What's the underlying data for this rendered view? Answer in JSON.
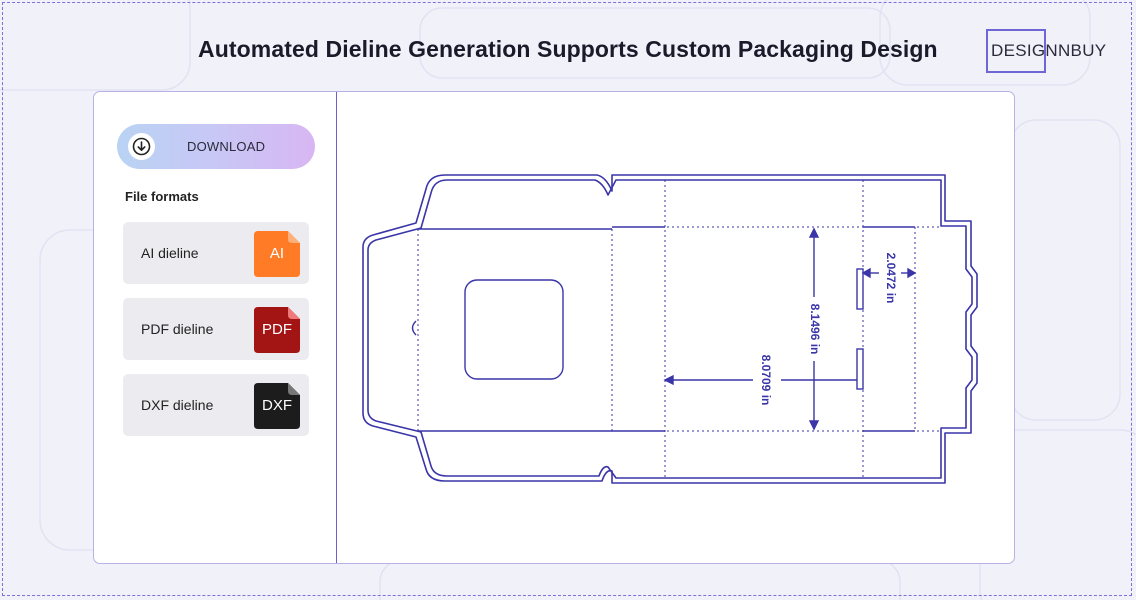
{
  "header": {
    "title": "Automated Dieline Generation Supports Custom Packaging Design",
    "logo_text": "DESIGNNBUY"
  },
  "sidebar": {
    "download_label": "DOWNLOAD",
    "formats_heading": "File formats",
    "formats": [
      {
        "label": "AI dieline",
        "badge": "AI",
        "color": "#ff7b25"
      },
      {
        "label": "PDF dieline",
        "badge": "PDF",
        "color": "#a31414"
      },
      {
        "label": "DXF dieline",
        "badge": "DXF",
        "color": "#1c1c1c"
      }
    ]
  },
  "dieline": {
    "dim_height": "8.1496 in",
    "dim_width": "8.0709 in",
    "dim_flap": "2.0472 in",
    "line_color": "#3a35a8"
  },
  "colors": {
    "accent": "#6e66d4",
    "background": "#f1f1fa"
  }
}
